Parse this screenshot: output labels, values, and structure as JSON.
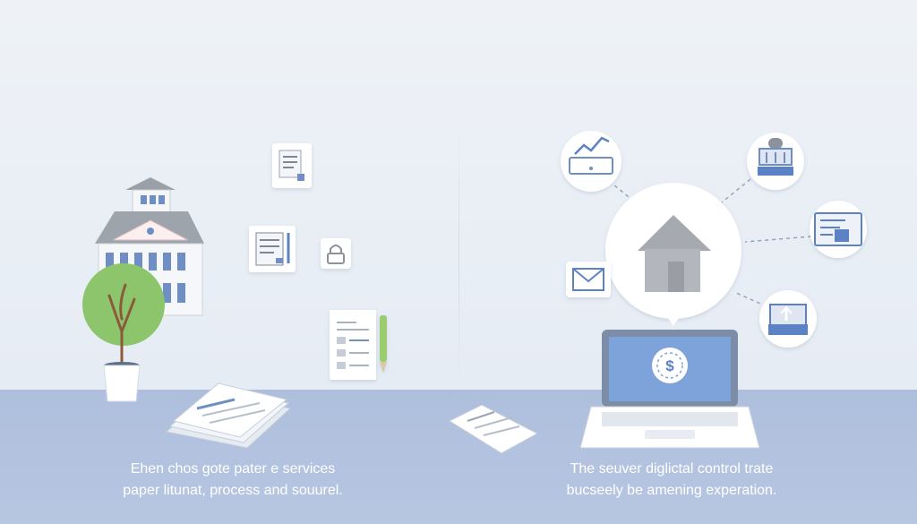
{
  "left_panel": {
    "caption_line1": "Ehen chos gote pater e services",
    "caption_line2": "paper litunat, process and souurel."
  },
  "right_panel": {
    "caption_line1": "The seuver diglictal control trate",
    "caption_line2": "bucseely be amening experation.",
    "laptop_symbol": "$"
  },
  "colors": {
    "wall": "#e9eef5",
    "floor": "#aebfdd",
    "accent_blue": "#5b82c4",
    "plant_green": "#8cc56b",
    "icon_gray": "#a6aab0"
  },
  "icons": {
    "left": [
      "building-icon",
      "plant-icon",
      "document-icon",
      "form-icon",
      "lock-icon",
      "clipboard-icon",
      "paper-stack-icon",
      "paper-sheet-icon"
    ],
    "right": [
      "chart-icon",
      "bank-icon",
      "receipt-icon",
      "mail-icon",
      "house-icon",
      "upload-tray-icon",
      "laptop-icon",
      "dollar-icon"
    ]
  }
}
